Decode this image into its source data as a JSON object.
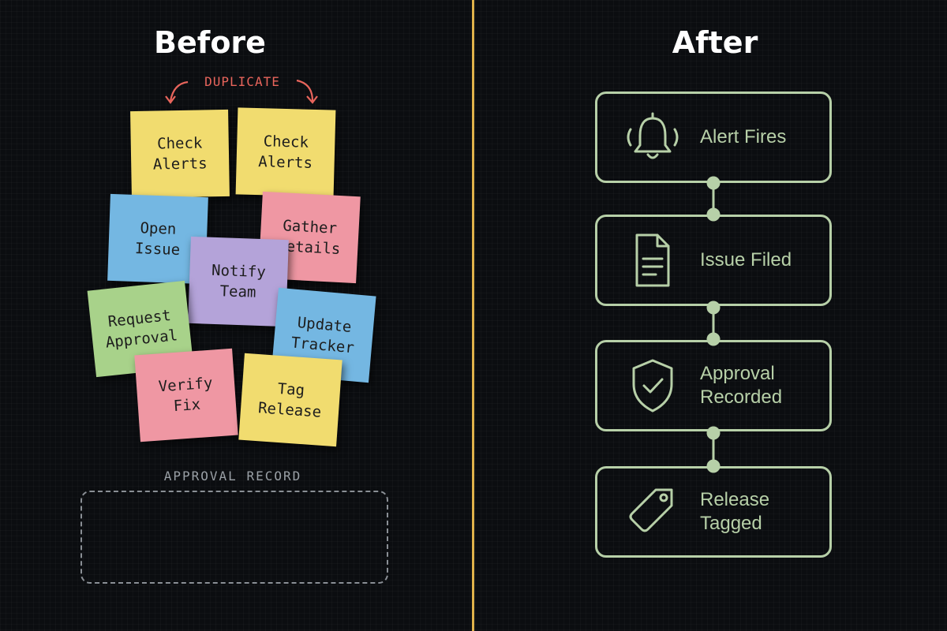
{
  "before": {
    "heading": "Before",
    "duplicate_label": "DUPLICATE",
    "notes": [
      {
        "text": "Check\nAlerts",
        "color": "#f1dc6f"
      },
      {
        "text": "Check\nAlerts",
        "color": "#f1dc6f"
      },
      {
        "text": "Open\nIssue",
        "color": "#74b7e2"
      },
      {
        "text": "Gather\nDetails",
        "color": "#ef97a3"
      },
      {
        "text": "Notify\nTeam",
        "color": "#b4a3d9"
      },
      {
        "text": "Request\nApproval",
        "color": "#a8d28a"
      },
      {
        "text": "Update\nTracker",
        "color": "#74b7e2"
      },
      {
        "text": "Verify\nFix",
        "color": "#ef97a3"
      },
      {
        "text": "Tag\nRelease",
        "color": "#f1dc6f"
      }
    ],
    "approval_label": "APPROVAL RECORD"
  },
  "after": {
    "heading": "After",
    "steps": [
      {
        "label": "Alert Fires",
        "icon": "bell-icon"
      },
      {
        "label": "Issue Filed",
        "icon": "document-icon"
      },
      {
        "label": "Approval\nRecorded",
        "icon": "shield-check-icon"
      },
      {
        "label": "Release\nTagged",
        "icon": "tag-icon"
      }
    ]
  },
  "colors": {
    "background": "#0b0d10",
    "divider": "#e0b24a",
    "flow_accent": "#b7d0a8",
    "duplicate_accent": "#e8655c"
  }
}
